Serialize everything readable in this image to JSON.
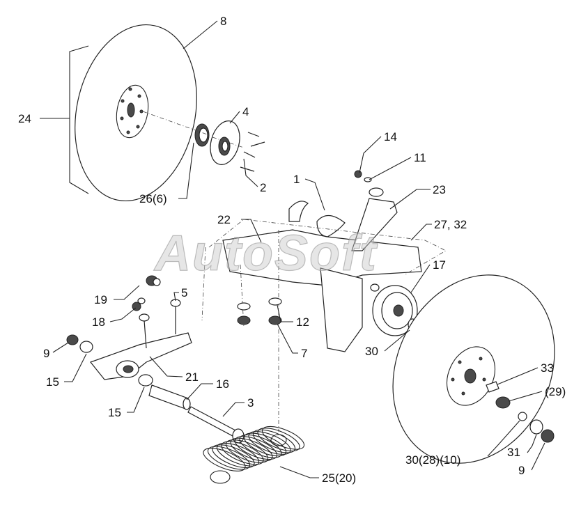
{
  "watermark": "AutoSoft",
  "labels": [
    {
      "id": "l8",
      "text": "8"
    },
    {
      "id": "l4",
      "text": "4"
    },
    {
      "id": "l24",
      "text": "24"
    },
    {
      "id": "l2",
      "text": "2"
    },
    {
      "id": "l26",
      "text": "26(6)"
    },
    {
      "id": "l14",
      "text": "14"
    },
    {
      "id": "l11",
      "text": "11"
    },
    {
      "id": "l1",
      "text": "1"
    },
    {
      "id": "l23",
      "text": "23"
    },
    {
      "id": "l22",
      "text": "22"
    },
    {
      "id": "l27",
      "text": "27, 32"
    },
    {
      "id": "l17",
      "text": "17"
    },
    {
      "id": "l19",
      "text": "19"
    },
    {
      "id": "l5",
      "text": "5"
    },
    {
      "id": "l18",
      "text": "18"
    },
    {
      "id": "l12",
      "text": "12"
    },
    {
      "id": "l9a",
      "text": "9"
    },
    {
      "id": "l7",
      "text": "7"
    },
    {
      "id": "l30a",
      "text": "30"
    },
    {
      "id": "l15a",
      "text": "15"
    },
    {
      "id": "l21",
      "text": "21"
    },
    {
      "id": "l16",
      "text": "16"
    },
    {
      "id": "l33",
      "text": "33"
    },
    {
      "id": "l29",
      "text": "(29)"
    },
    {
      "id": "l15b",
      "text": "15"
    },
    {
      "id": "l3",
      "text": "3"
    },
    {
      "id": "l31",
      "text": "31"
    },
    {
      "id": "l30b",
      "text": "30(28)(10)"
    },
    {
      "id": "l9b",
      "text": "9"
    },
    {
      "id": "l25",
      "text": "25(20)"
    }
  ]
}
